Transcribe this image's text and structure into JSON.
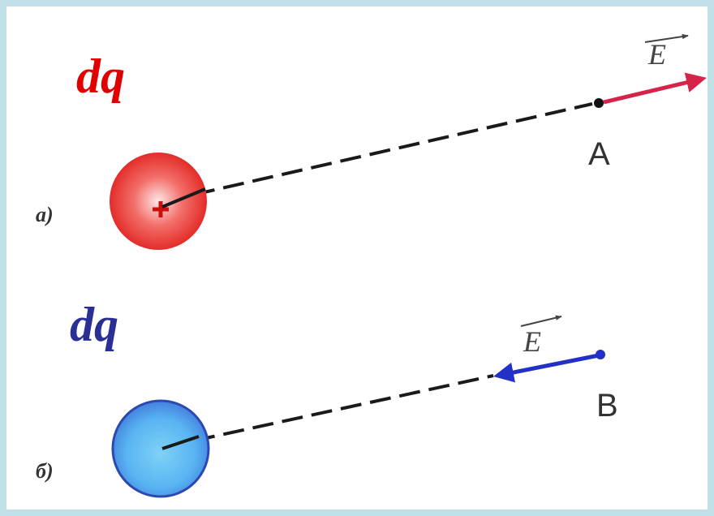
{
  "charges": {
    "positive": {
      "label": "dq",
      "color": "#e00000",
      "sign": "+"
    },
    "negative": {
      "label": "dq",
      "color": "#2a2f96"
    }
  },
  "cases": {
    "a": "a)",
    "b": "б)"
  },
  "points": {
    "a": "A",
    "b": "B"
  },
  "field": {
    "symbol": "E",
    "color_a": "#d6234a",
    "color_b": "#2230c8"
  },
  "colors": {
    "background": "#bfe0e6",
    "positive_sphere": "#e8221f",
    "negative_sphere": "#5aa6ef",
    "dashed_line": "#1a1a1a"
  }
}
